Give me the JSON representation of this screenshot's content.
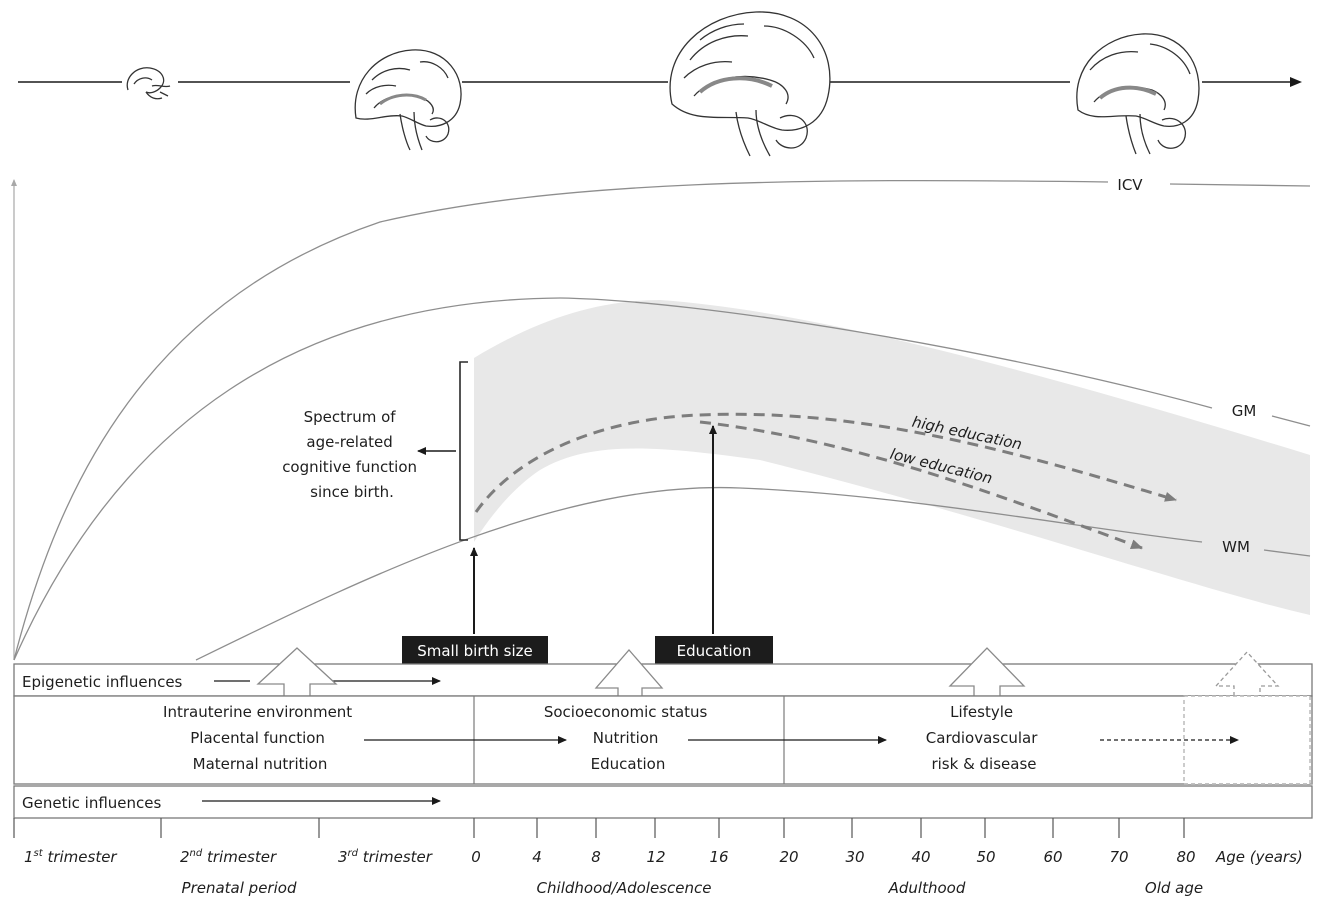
{
  "top_timeline": {
    "brain_icons": [
      "embryo-brain-icon",
      "newborn-brain-icon",
      "adolescent-brain-icon",
      "aged-brain-icon"
    ]
  },
  "curves": {
    "icv": "ICV",
    "gm": "GM",
    "wm": "WM"
  },
  "annotations": {
    "spectrum": [
      "Spectrum of",
      "age-related",
      "cognitive function",
      "since birth."
    ],
    "high_education": "high education",
    "low_education": "low education"
  },
  "factor_labels": {
    "small_birth_size": "Small birth size",
    "education": "Education"
  },
  "influences": {
    "epigenetic": "Epigenetic influences",
    "genetic": "Genetic influences",
    "prenatal": [
      "Intrauterine environment",
      "Placental function",
      "Maternal nutrition"
    ],
    "childhood": [
      "Socioeconomic status",
      "Nutrition",
      "Education"
    ],
    "adulthood": [
      "Lifestyle",
      "Cardiovascular",
      "risk & disease"
    ]
  },
  "axis": {
    "trimesters": [
      {
        "num": "1",
        "sup": "st",
        "rest": " trimester"
      },
      {
        "num": "2",
        "sup": "nd",
        "rest": " trimester"
      },
      {
        "num": "3",
        "sup": "rd",
        "rest": " trimester"
      }
    ],
    "ticks": [
      "0",
      "4",
      "8",
      "12",
      "16",
      "20",
      "30",
      "40",
      "50",
      "60",
      "70",
      "80"
    ],
    "unit_label": "Age (years)",
    "periods": [
      "Prenatal period",
      "Childhood/Adolescence",
      "Adulthood",
      "Old age"
    ]
  },
  "colors": {
    "curve": "#8e8e8e",
    "band": "#e8e8e8",
    "dashed_arrow": "#7d7d7d",
    "label_box": "#1c1c1c",
    "label_text": "#ffffff"
  }
}
